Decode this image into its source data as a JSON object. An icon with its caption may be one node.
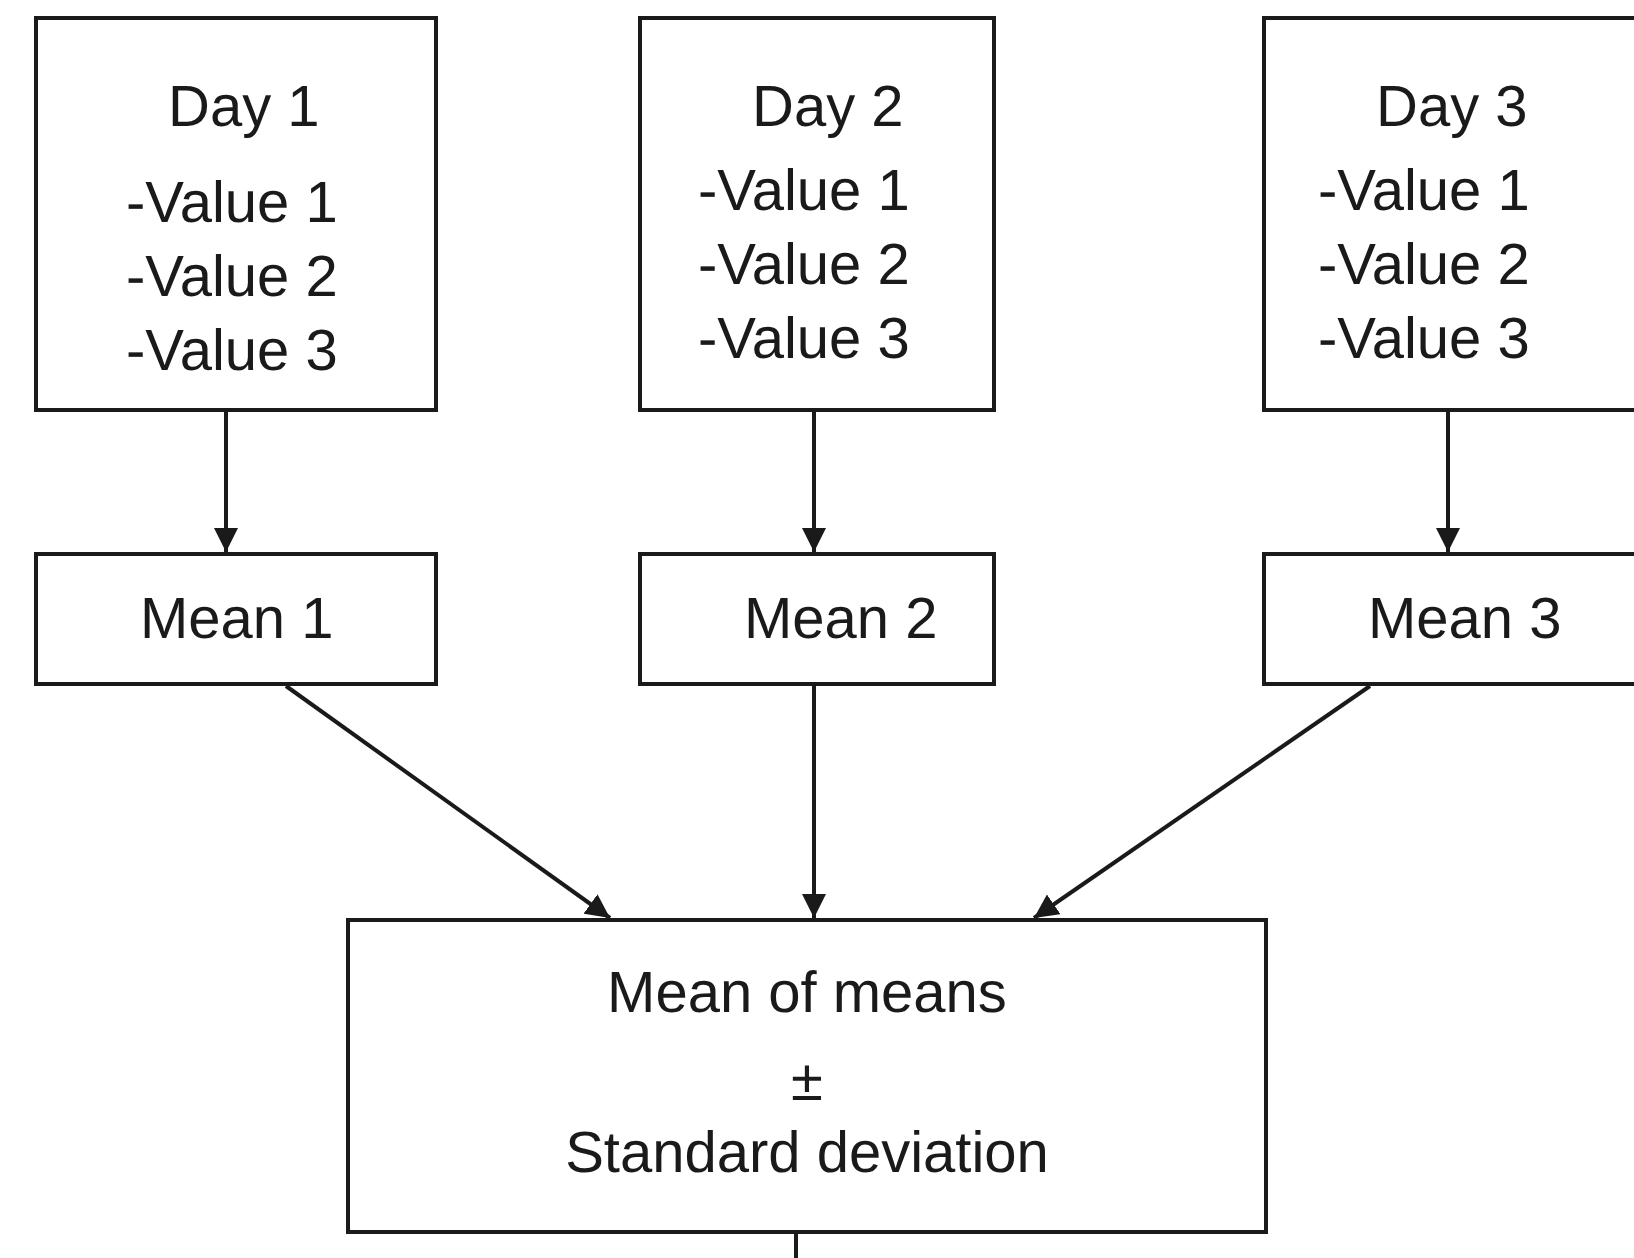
{
  "diagram": {
    "nodes": [
      {
        "text": [
          "Day 1",
          "-Value 1",
          "-Value 2",
          "-Value 3"
        ]
      },
      {
        "text": [
          "Day 2",
          "-Value 1",
          "-Value 2",
          "-Value 3"
        ]
      },
      {
        "text": [
          "Day 3",
          "-Value 1",
          "-Value 2",
          "-Value 3"
        ]
      },
      {
        "text": [
          "Mean 1"
        ]
      },
      {
        "text": [
          "Mean 2"
        ]
      },
      {
        "text": [
          "Mean 3"
        ]
      },
      {
        "text": [
          "Mean of means",
          "±",
          "Standard deviation"
        ]
      }
    ],
    "edges": [
      {
        "from": 0,
        "to": 3,
        "arrow": "to"
      },
      {
        "from": 1,
        "to": 4,
        "arrow": "to"
      },
      {
        "from": 2,
        "to": 5,
        "arrow": "to"
      },
      {
        "from": 3,
        "to": 6,
        "arrow": "to"
      },
      {
        "from": 4,
        "to": 6,
        "arrow": "to"
      },
      {
        "from": 5,
        "to": 6,
        "arrow": "to"
      },
      {
        "from": 6,
        "to": null,
        "arrow": "none"
      }
    ]
  }
}
